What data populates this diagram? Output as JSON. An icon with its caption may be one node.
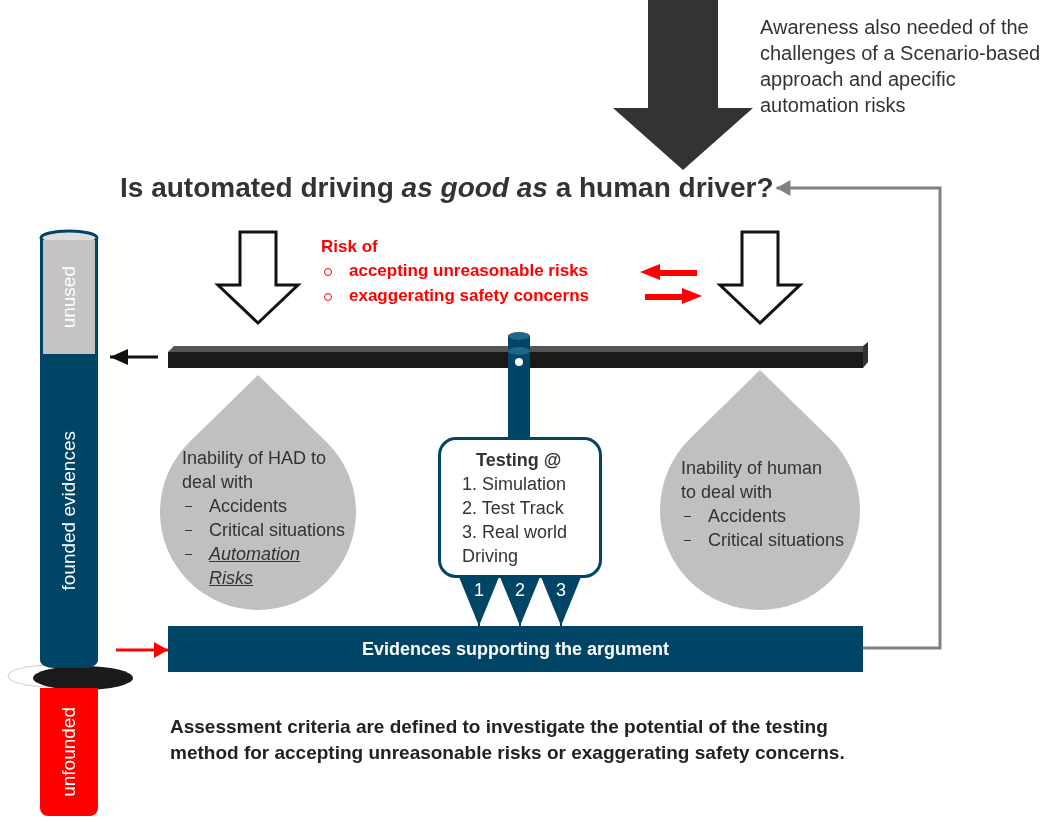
{
  "diagram": {
    "nodes": [
      {
        "text": [
          "Awareness also needed of the challenges of a Scenario-based approach and apecific automation risks"
        ]
      },
      {
        "text": [
          "Is automated driving *as good as* a human driver?"
        ]
      },
      {
        "text": [
          "unused"
        ]
      },
      {
        "text": [
          "founded evidences"
        ]
      },
      {
        "text": [
          "unfounded"
        ]
      },
      {
        "text": [
          "Inability of HAD to deal with",
          "Accidents",
          "Critical situations",
          "Automation Risks"
        ]
      },
      {
        "text": [
          "Testing @",
          "1. Simulation",
          "2. Test Track",
          "3. Real world Driving"
        ]
      },
      {
        "text": [
          "Inability of human to deal with",
          "Accidents",
          "Critical situations"
        ]
      },
      {
        "text": [
          "Evidences supporting the argument"
        ]
      }
    ],
    "edges": [
      {
        "from": null,
        "to": 1,
        "arrow": "to",
        "style": "thick",
        "color": "#333333"
      },
      {
        "from": 6,
        "to": 8,
        "arrow": "to",
        "label": "1"
      },
      {
        "from": 6,
        "to": 8,
        "arrow": "to",
        "label": "2"
      },
      {
        "from": 6,
        "to": 8,
        "arrow": "to",
        "label": "3"
      },
      {
        "from": 8,
        "to": 1,
        "arrow": "to",
        "color": "#808080"
      },
      {
        "from": null,
        "to": 8,
        "arrow": "to",
        "color": "#ff0000"
      },
      {
        "from": null,
        "to": 2,
        "arrow": "to",
        "color": "#111111"
      }
    ],
    "labels": [
      "Risk of",
      "accepting unreasonable risks",
      "exaggerating safety concerns",
      "Assessment criteria are defined to investigate the potential of the testing method for accepting unreasonable risks or exaggerating safety concerns."
    ]
  }
}
